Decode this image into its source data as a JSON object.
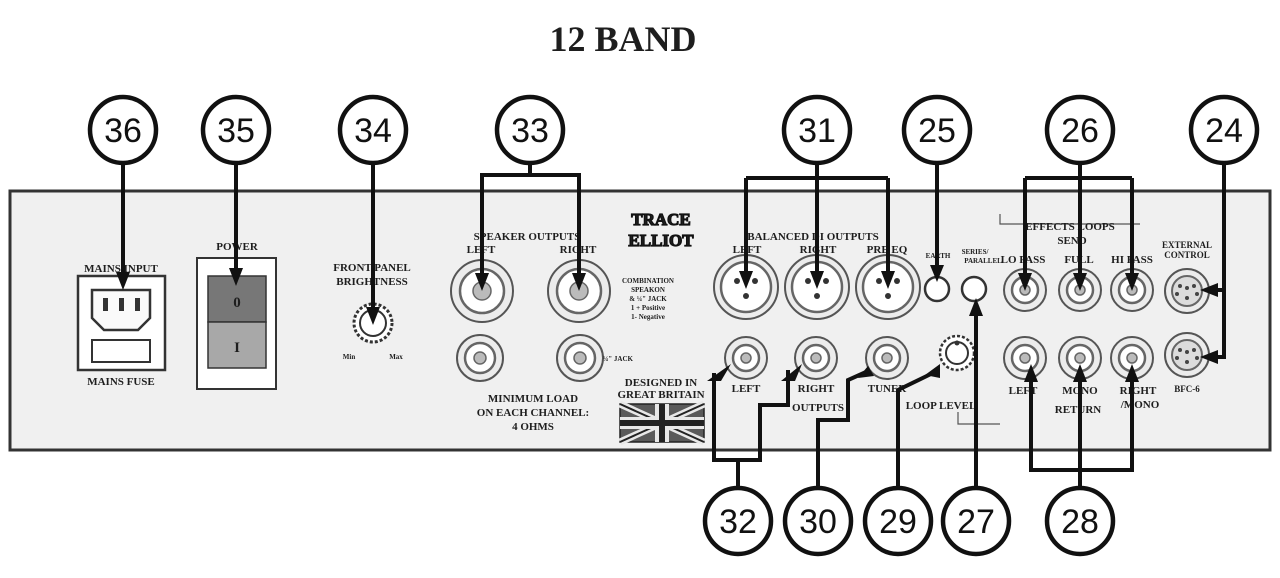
{
  "title": "12 BAND",
  "callouts": [
    "36",
    "35",
    "34",
    "33",
    "31",
    "25",
    "26",
    "24",
    "32",
    "30",
    "29",
    "27",
    "28"
  ],
  "panel_labels": {
    "mains_input": "MAINS INPUT",
    "mains_fuse": "MAINS FUSE",
    "power": "POWER",
    "switch_off": "0",
    "switch_on": "I",
    "front_panel_1": "FRONT PANEL",
    "front_panel_2": "BRIGHTNESS",
    "min": "Min",
    "max": "Max",
    "speaker_outputs": "SPEAKER OUTPUTS",
    "left": "LEFT",
    "right": "RIGHT",
    "combination_1": "COMBINATION",
    "combination_2": "SPEAKON",
    "combination_3": "& ¼\" JACK",
    "combination_4": "1 + Positive",
    "combination_5": "1- Negative",
    "quarter_jack": "¼\" JACK",
    "min_load_1": "MINIMUM LOAD",
    "min_load_2": "ON EACH CHANNEL:",
    "min_load_3": "4 OHMS",
    "logo_1": "TRACE",
    "logo_2": "ELLIOT",
    "designed_1": "DESIGNED IN",
    "designed_2": "GREAT BRITAIN",
    "balanced_di": "BALANCED DI OUTPUTS",
    "pre_eq": "PRE EQ",
    "di_left": "LEFT",
    "di_right": "RIGHT",
    "out_left": "LEFT",
    "out_right": "RIGHT",
    "outputs": "OUTPUTS",
    "tuner": "TUNER",
    "earth": "EARTH",
    "series_parallel_1": "SERIES/",
    "series_parallel_2": "PARALLEL",
    "loop_level": "LOOP LEVEL",
    "effects_loops": "EFFECTS LOOPS",
    "send": "SEND",
    "lo_pass": "LO PASS",
    "full": "FULL",
    "hi_pass": "HI PASS",
    "ret_left": "LEFT",
    "ret_mono": "MONO",
    "ret_right_1": "RIGHT",
    "ret_right_2": "/MONO",
    "return": "RETURN",
    "external_1": "EXTERNAL",
    "external_2": "CONTROL",
    "bfc": "BFC-6"
  }
}
